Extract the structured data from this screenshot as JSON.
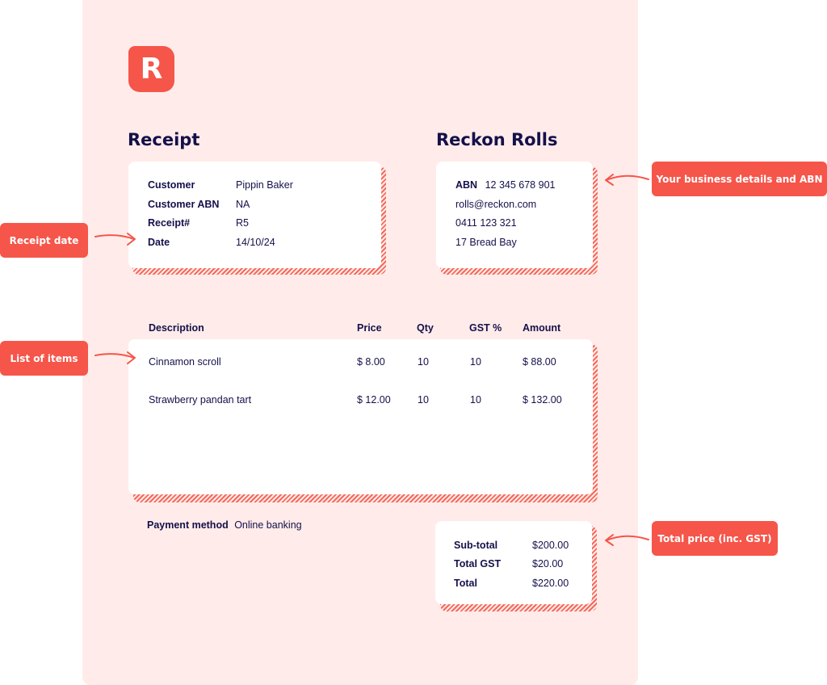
{
  "logo": {
    "letter": "R"
  },
  "receipt": {
    "title": "Receipt",
    "fields": [
      {
        "label": "Customer",
        "value": "Pippin Baker"
      },
      {
        "label": "Customer ABN",
        "value": "NA"
      },
      {
        "label": "Receipt#",
        "value": "R5"
      },
      {
        "label": "Date",
        "value": "14/10/24"
      }
    ]
  },
  "business": {
    "name": "Reckon Rolls",
    "abn_label": "ABN",
    "abn_value": "12 345 678 901",
    "email": "rolls@reckon.com",
    "phone": "0411 123 321",
    "address": "17 Bread Bay"
  },
  "items": {
    "headers": {
      "description": "Description",
      "price": "Price",
      "qty": "Qty",
      "gst": "GST %",
      "amount": "Amount"
    },
    "rows": [
      {
        "description": "Cinnamon scroll",
        "price": "$ 8.00",
        "qty": "10",
        "gst": "10",
        "amount": "$ 88.00"
      },
      {
        "description": "Strawberry pandan tart",
        "price": "$ 12.00",
        "qty": "10",
        "gst": "10",
        "amount": "$ 132.00"
      }
    ]
  },
  "payment": {
    "label": "Payment method",
    "value": "Online banking"
  },
  "totals": [
    {
      "label": "Sub-total",
      "value": "$200.00"
    },
    {
      "label": "Total GST",
      "value": "$20.00"
    },
    {
      "label": "Total",
      "value": "$220.00"
    }
  ],
  "callouts": {
    "business": "Your business details and ABN",
    "date": "Receipt date",
    "items": "List of items",
    "total": "Total price (inc. GST)"
  },
  "colors": {
    "accent": "#f6554a",
    "sheet": "#ffecea",
    "text": "#14104a"
  }
}
